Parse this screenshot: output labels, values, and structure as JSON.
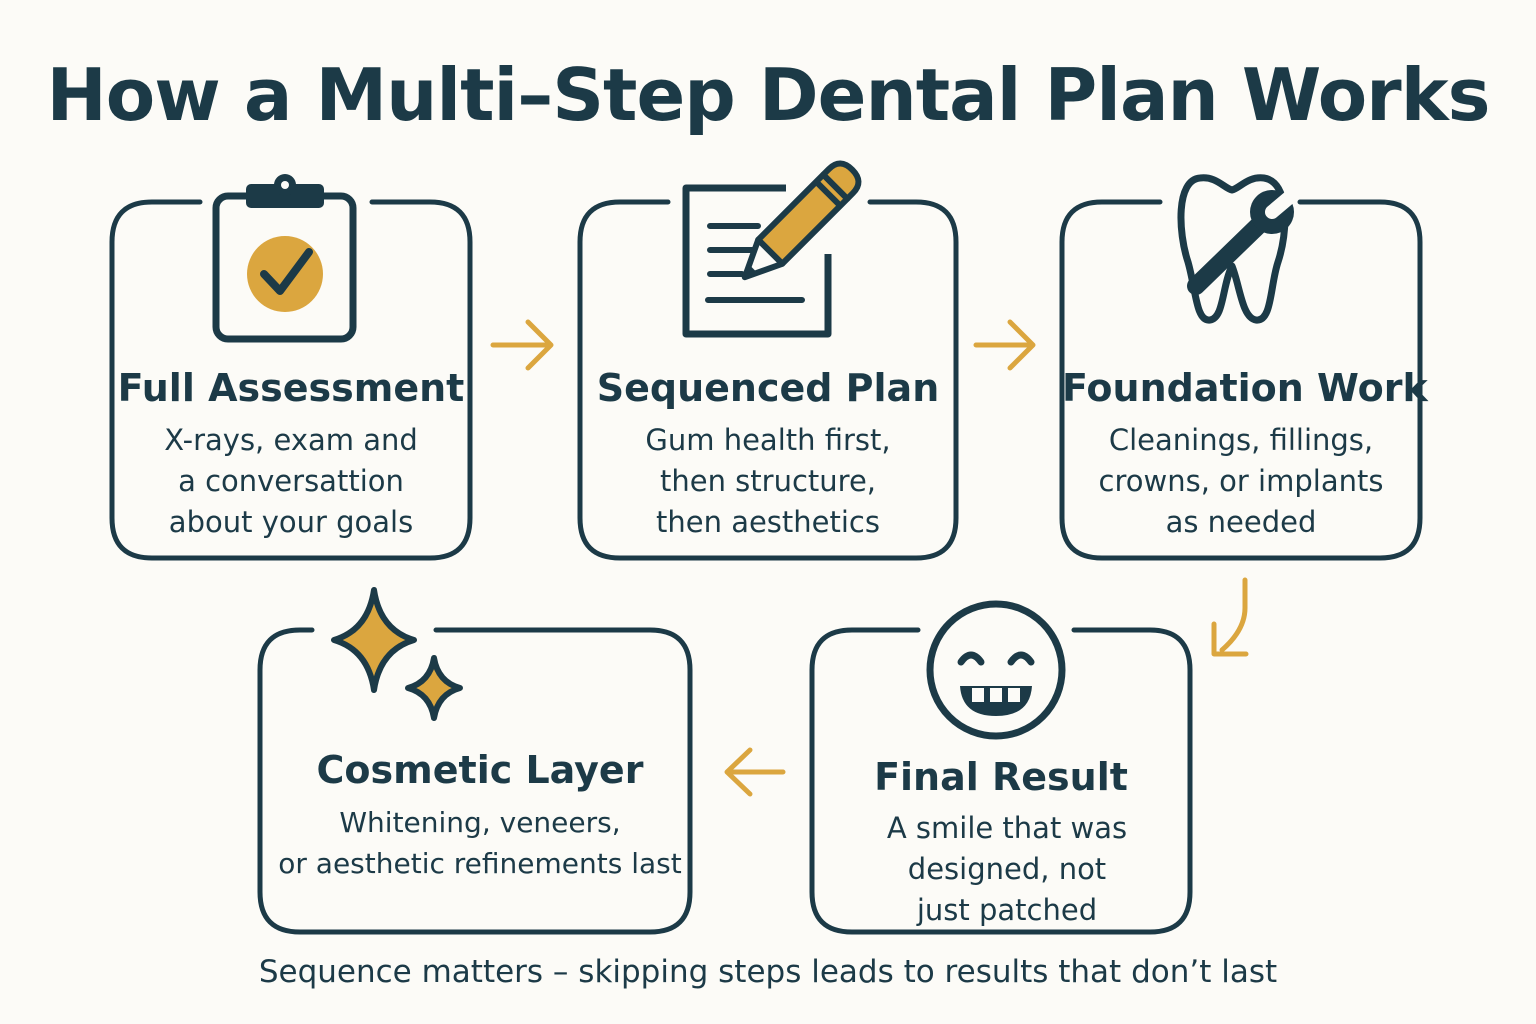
{
  "title": "How a Multi–Step Dental Plan Works",
  "steps": [
    {
      "title": "Full Assessment",
      "lines": [
        "X-rays, exam  and",
        "a conversattion",
        "about your goals"
      ],
      "icon": "clipboard-check-icon"
    },
    {
      "title": "Sequenced Plan",
      "lines": [
        "Gum health first,",
        "then structure,",
        "then aesthetics"
      ],
      "icon": "document-pencil-icon"
    },
    {
      "title": "Foundation Work",
      "lines": [
        "Cleanings, fillings,",
        "crowns, or implants",
        "as needed"
      ],
      "icon": "tooth-wrench-icon"
    },
    {
      "title": "Final Result",
      "lines": [
        "A smile that was",
        "designed, not",
        "just patched"
      ],
      "icon": "smiley-face-icon"
    },
    {
      "title": "Cosmetic Layer",
      "lines": [
        "Whitening, veneers,",
        "or aesthetic refinements last"
      ],
      "icon": "sparkles-icon"
    }
  ],
  "footer": "Sequence matters – skipping steps leads to results that don’t last",
  "colors": {
    "navy": "#1c3a47",
    "gold": "#dba63f",
    "background": "#fcfbf7"
  }
}
